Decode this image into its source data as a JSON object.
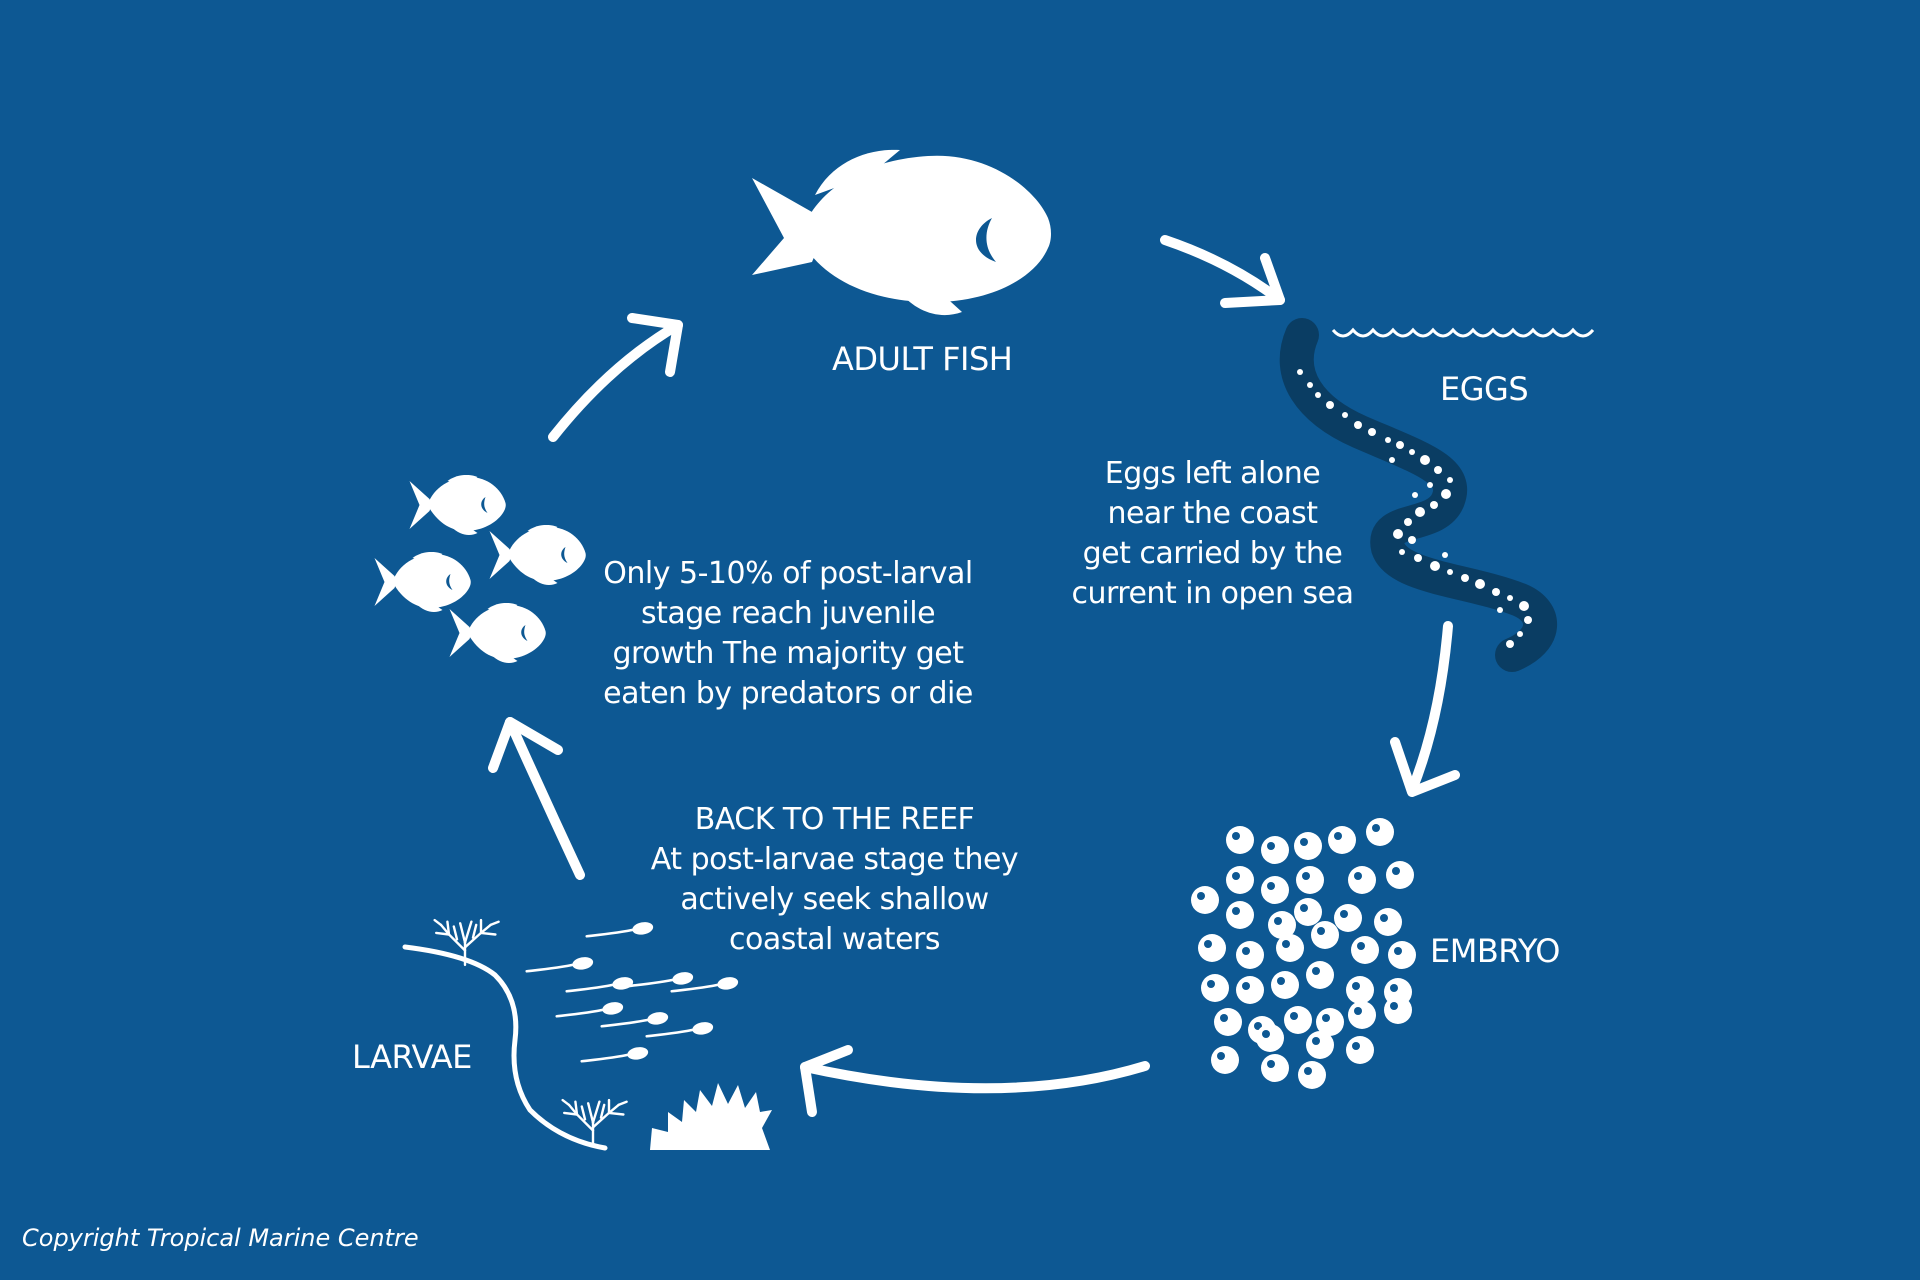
{
  "colors": {
    "background": "#0d5893",
    "foreground": "#ffffff",
    "eggs_stream": "#0a3d63"
  },
  "stages": {
    "adult_fish": "ADULT FISH",
    "eggs": "EGGS",
    "embryo": "EMBRYO",
    "larvae": "LARVAE"
  },
  "descriptions": {
    "eggs_drift": "Eggs left alone\nnear the coast\nget carried by the\ncurrent in open sea",
    "back_to_reef": "BACK TO THE REEF\nAt post-larvae stage they\nactively seek shallow\ncoastal waters",
    "juvenile_survival": "Only 5-10% of post-larval\nstage reach juvenile\ngrowth The majority get\neaten by predators or die"
  },
  "copyright": "Copyright Tropical Marine Centre",
  "icons": {
    "adult": "adult-fish-icon",
    "eggs": "egg-stream-icon",
    "embryo": "embryo-cluster-icon",
    "larvae": "larvae-school-icon",
    "coral": "coral-icon",
    "juveniles": "juvenile-fish-group-icon",
    "arrow": "cycle-arrow-icon",
    "wave": "sea-surface-wave-icon"
  }
}
